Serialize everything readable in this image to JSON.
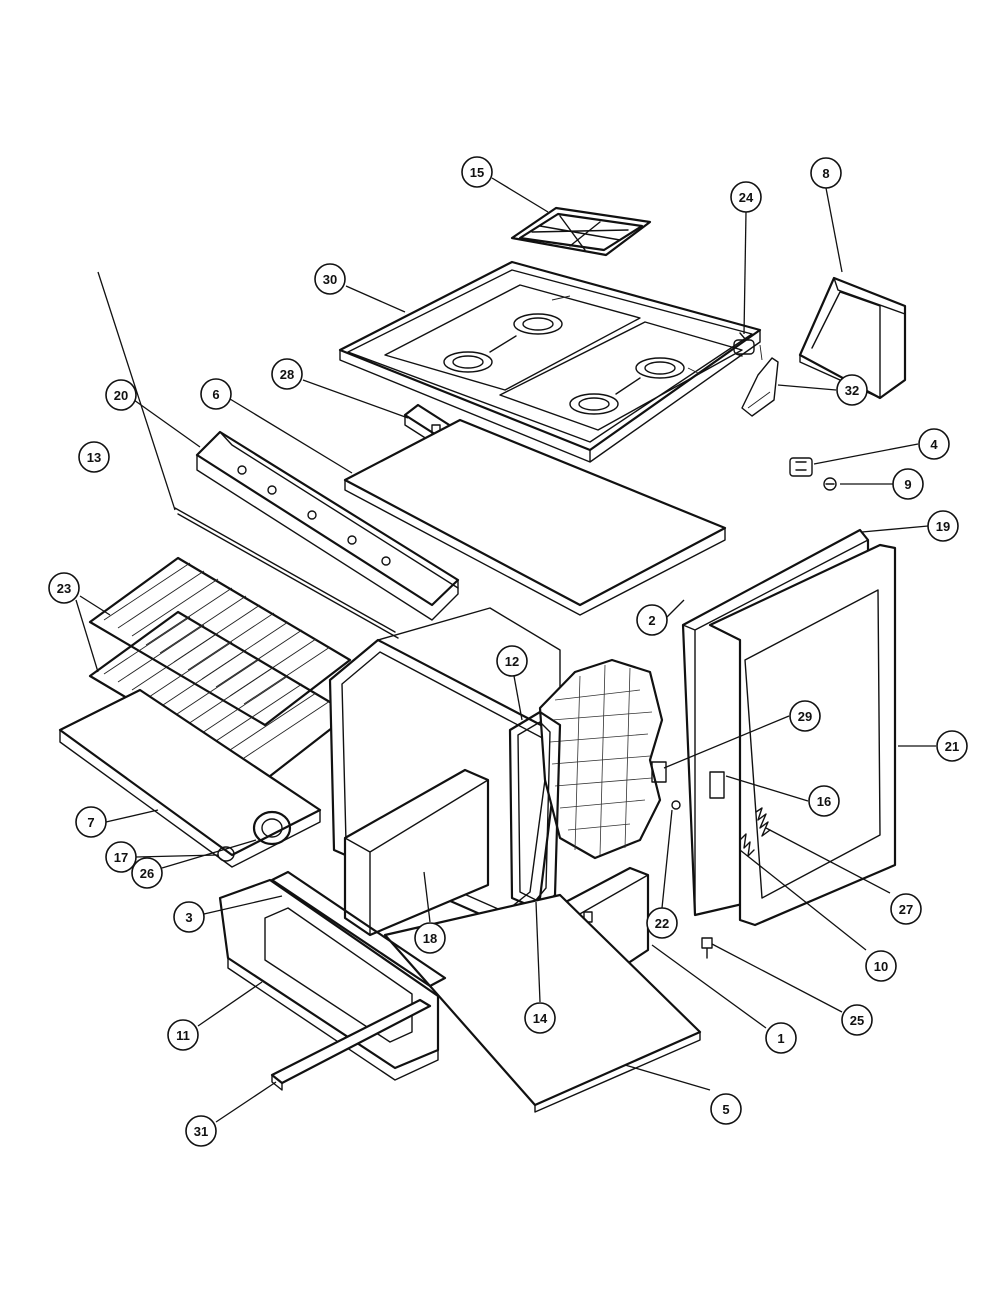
{
  "colors": {
    "line": "#111111",
    "background": "#ffffff"
  },
  "callouts": [
    {
      "id": "c15",
      "label": "15"
    },
    {
      "id": "c24",
      "label": "24"
    },
    {
      "id": "c8",
      "label": "8"
    },
    {
      "id": "c30",
      "label": "30"
    },
    {
      "id": "c28",
      "label": "28"
    },
    {
      "id": "c32",
      "label": "32"
    },
    {
      "id": "c20",
      "label": "20"
    },
    {
      "id": "c6",
      "label": "6"
    },
    {
      "id": "c4",
      "label": "4"
    },
    {
      "id": "c13",
      "label": "13"
    },
    {
      "id": "c9",
      "label": "9"
    },
    {
      "id": "c19",
      "label": "19"
    },
    {
      "id": "c23",
      "label": "23"
    },
    {
      "id": "c2",
      "label": "2"
    },
    {
      "id": "c12",
      "label": "12"
    },
    {
      "id": "c29",
      "label": "29"
    },
    {
      "id": "c21",
      "label": "21"
    },
    {
      "id": "c16",
      "label": "16"
    },
    {
      "id": "c7",
      "label": "7"
    },
    {
      "id": "c17",
      "label": "17"
    },
    {
      "id": "c26",
      "label": "26"
    },
    {
      "id": "c27",
      "label": "27"
    },
    {
      "id": "c3",
      "label": "3"
    },
    {
      "id": "c22",
      "label": "22"
    },
    {
      "id": "c18",
      "label": "18"
    },
    {
      "id": "c10",
      "label": "10"
    },
    {
      "id": "c11",
      "label": "11"
    },
    {
      "id": "c14",
      "label": "14"
    },
    {
      "id": "c1",
      "label": "1"
    },
    {
      "id": "c25",
      "label": "25"
    },
    {
      "id": "c5",
      "label": "5"
    },
    {
      "id": "c31",
      "label": "31"
    }
  ]
}
